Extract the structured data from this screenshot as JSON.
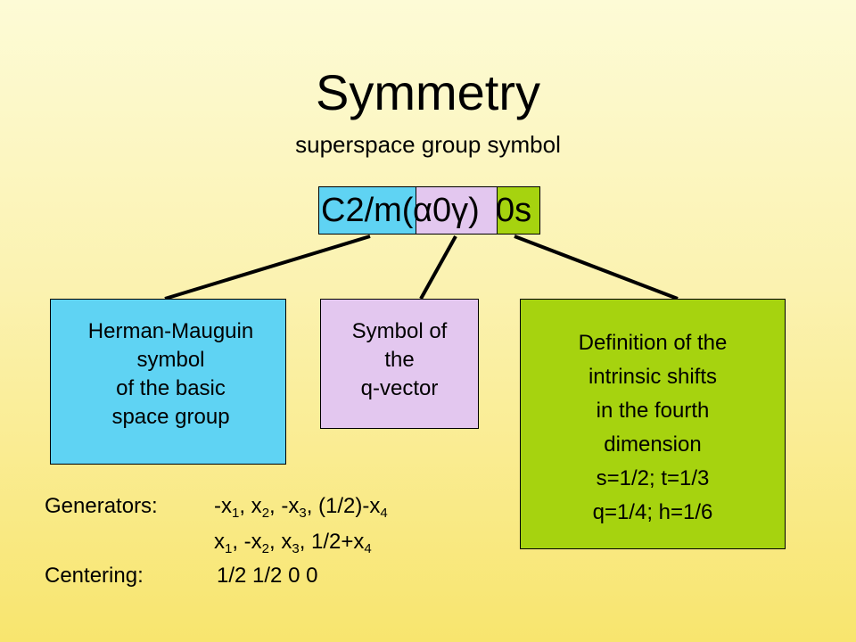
{
  "title": "Symmetry",
  "subtitle": "superspace group symbol",
  "symbol": {
    "part1": "C2/m(",
    "part2": "α0γ)",
    "part3": "0s",
    "colors": {
      "part1": "#5fd3f3",
      "part2": "#e3c7ef",
      "part3": "#a6d30f"
    }
  },
  "boxes": {
    "hm": {
      "lines": [
        "Herman-Mauguin",
        "symbol",
        "of the basic",
        "space group"
      ]
    },
    "q": {
      "lines": [
        "Symbol of",
        "the",
        "q-vector"
      ]
    },
    "def": {
      "lines": [
        "Definition of the",
        "intrinsic shifts",
        "in the fourth",
        " dimension",
        "s=1/2; t=1/3",
        "q=1/4; h=1/6"
      ]
    }
  },
  "generators": {
    "label": "Generators:",
    "g1": {
      "a": "-x",
      "a_sub": "1",
      "b": ", x",
      "b_sub": "2",
      "c": ", -x",
      "c_sub": "3",
      "d": ", (1/2)-x",
      "d_sub": "4"
    },
    "g2": {
      "a": "x",
      "a_sub": "1",
      "b": ", -x",
      "b_sub": "2",
      "c": ", x",
      "c_sub": "3",
      "d": ", 1/2+x",
      "d_sub": "4"
    }
  },
  "centering": {
    "label": "Centering:",
    "value": "1/2 1/2 0 0"
  }
}
